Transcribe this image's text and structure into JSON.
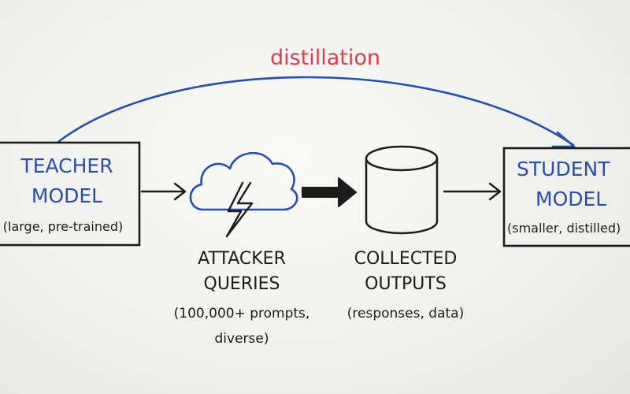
{
  "colors": {
    "marker_blue": "#2a4fa8",
    "marker_red": "#d8404a",
    "marker_black": "#1c1c1c",
    "board": "#f3f3f1"
  },
  "diagram": {
    "top_arrow_label": "distillation",
    "teacher": {
      "title_line1": "TEACHER",
      "title_line2": "MODEL",
      "subtitle": "(large, pre-trained)"
    },
    "attacker": {
      "icon": "cloud-with-lightning-icon",
      "title_line1": "ATTACKER",
      "title_line2": "QUERIES",
      "detail_line1": "(100,000+ prompts,",
      "detail_line2": "diverse)"
    },
    "collected": {
      "icon": "database-cylinder-icon",
      "title_line1": "COLLECTED",
      "title_line2": "OUTPUTS",
      "detail_line1": "(responses, data)"
    },
    "student": {
      "title_line1": "STUDENT",
      "title_line2": "MODEL",
      "subtitle": "(smaller, distilled)"
    }
  }
}
